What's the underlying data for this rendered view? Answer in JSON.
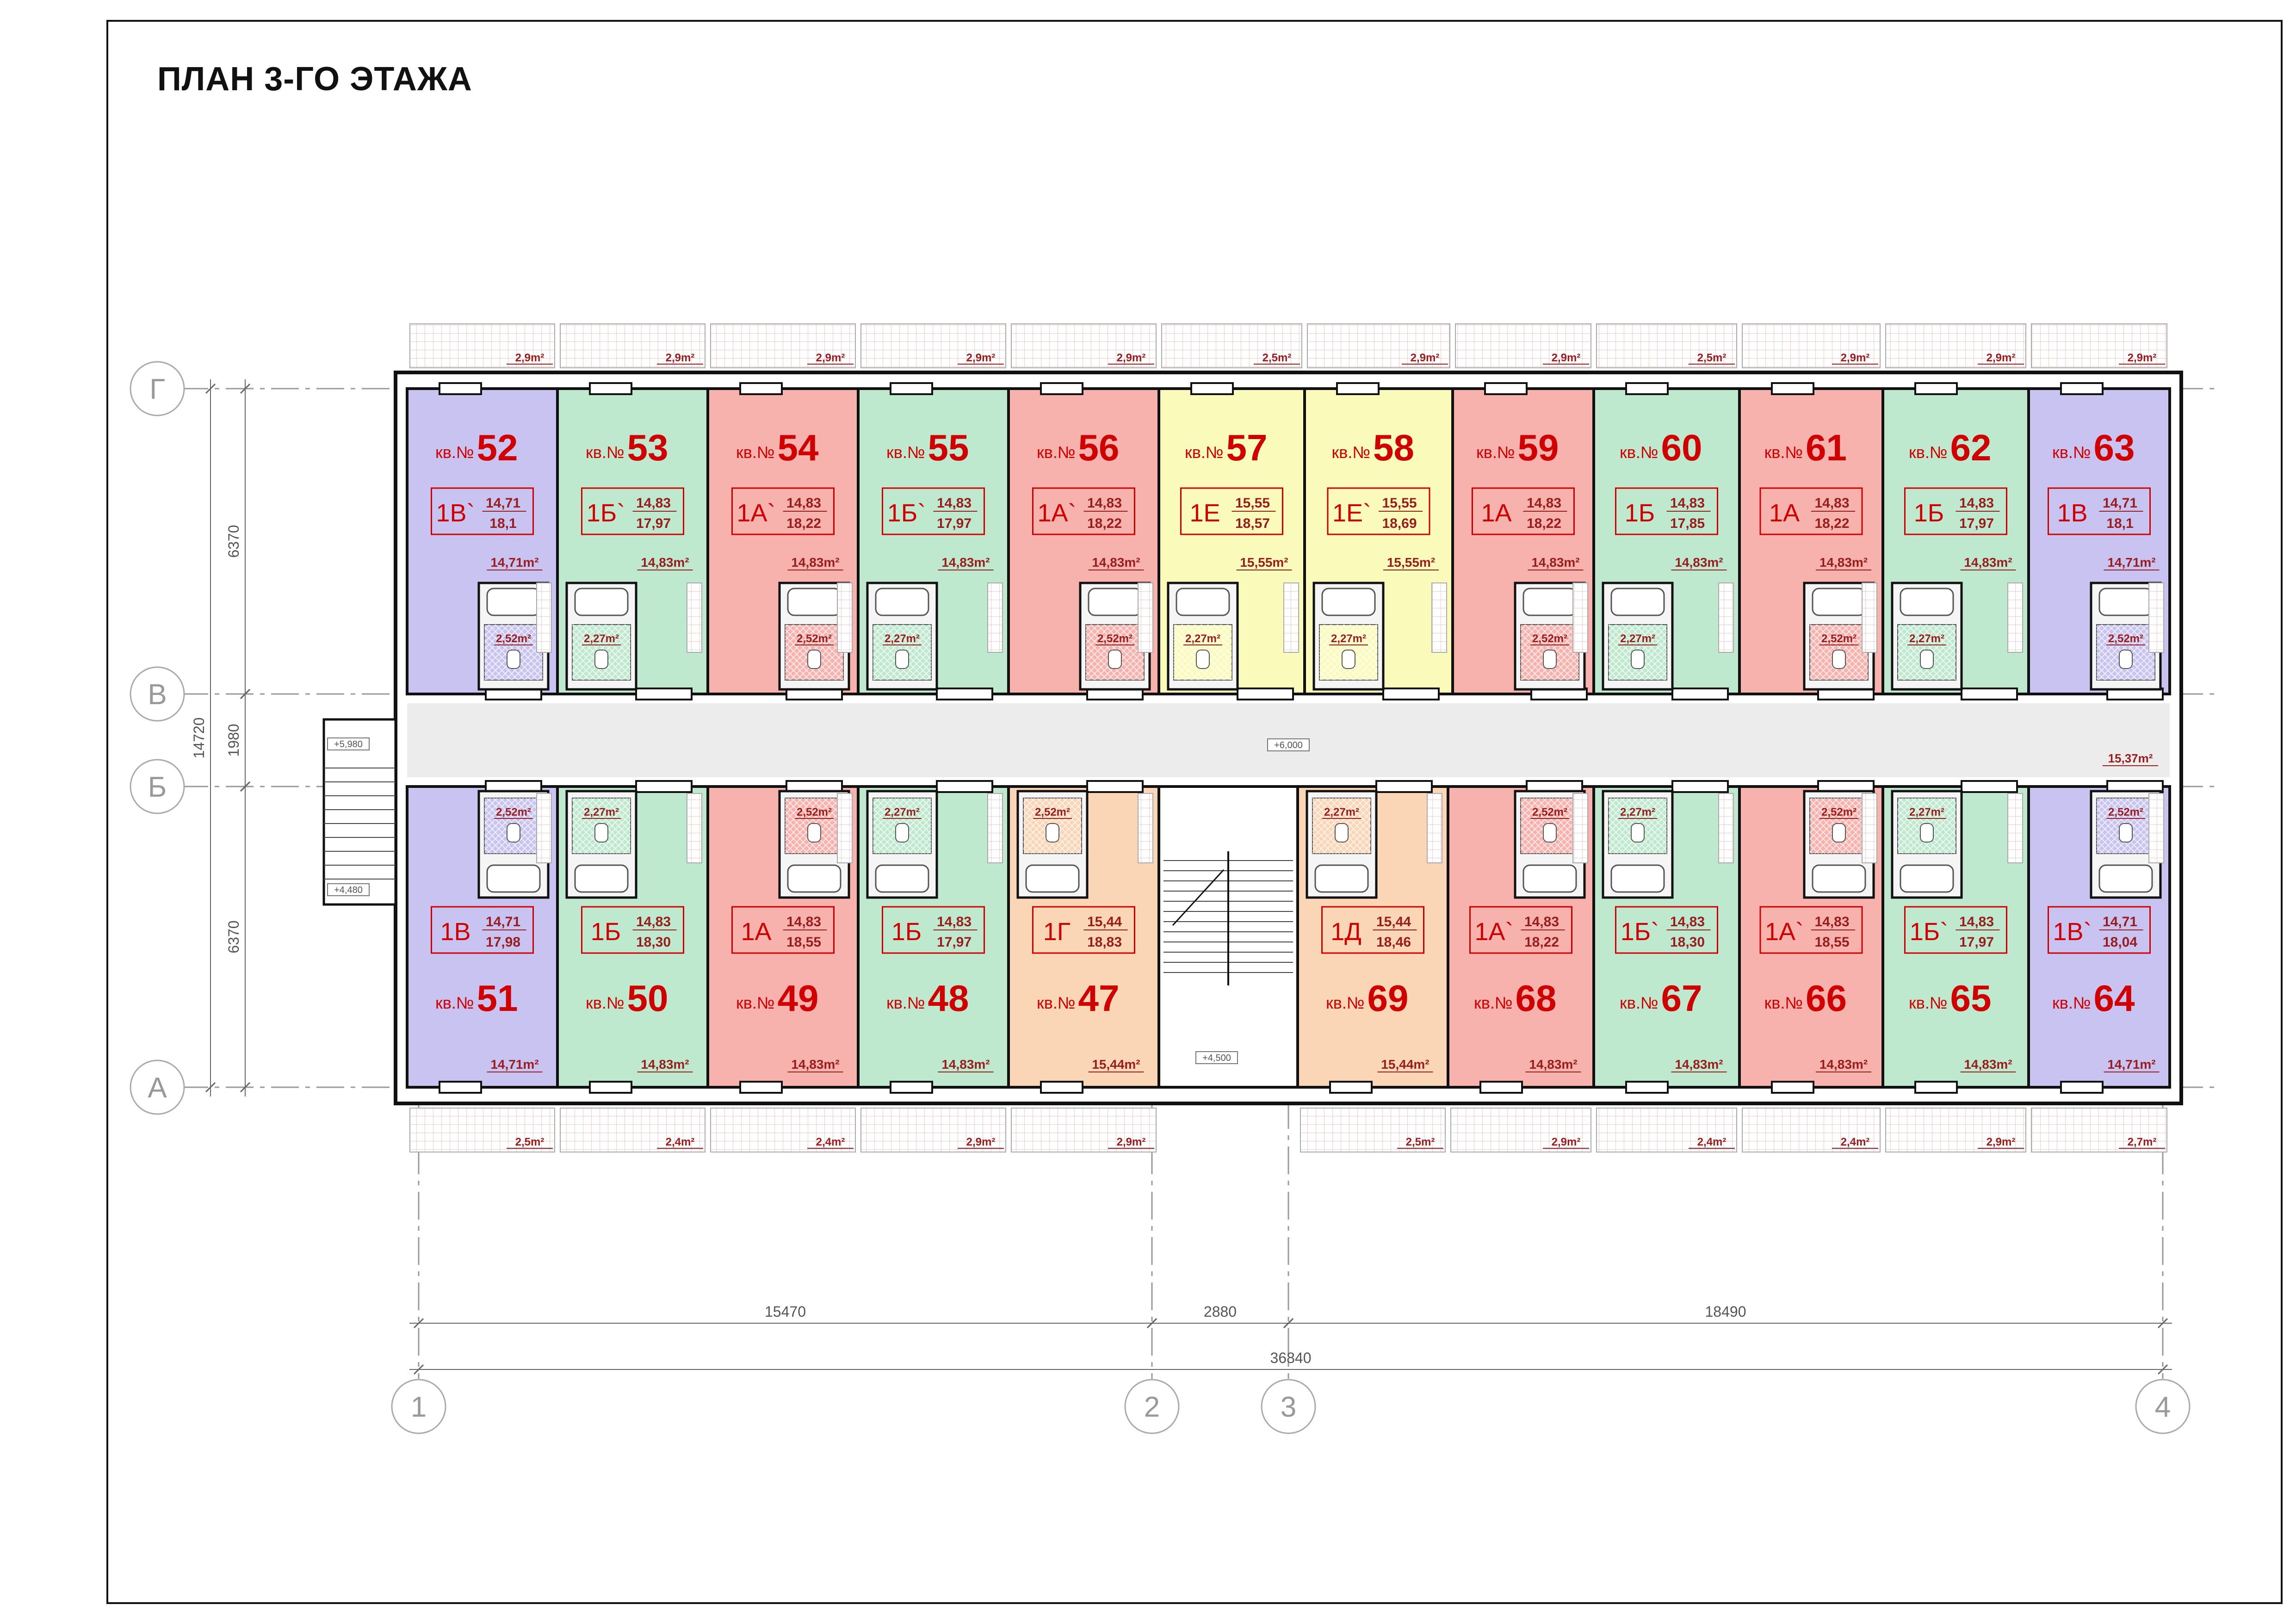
{
  "sheet": {
    "title": "ПЛАН 3-ГО ЭТАЖА"
  },
  "colors": {
    "1A": "#f7b2ae",
    "1B": "#bfe9cf",
    "1V": "#c8c3f0",
    "1G": "#fbd6b6",
    "1D": "#fbd6b6",
    "1E": "#fafaba",
    "corridor": "#ececec",
    "wall": "#111111",
    "label": "#d00000",
    "area": "#9a1d1d"
  },
  "axes": {
    "rows": [
      "Г",
      "В",
      "Б",
      "А"
    ],
    "cols": [
      "1",
      "2",
      "3",
      "4"
    ]
  },
  "dimensions": {
    "vertical": {
      "upper": "6370",
      "middle": "1980",
      "lower": "6370",
      "total": "14720"
    },
    "horizontal": {
      "left": "15470",
      "middle": "2880",
      "right": "18490",
      "total": "36840"
    }
  },
  "levels": {
    "corridor": "+6,000",
    "entrance_upper": "+5,980",
    "entrance_lower": "+4,480",
    "stair": "+4,500"
  },
  "corridor_end_area": "15,37m²",
  "apt_prefix": "кв.№",
  "top_row": [
    {
      "num": "52",
      "type": "1В`",
      "a": "14,71",
      "b": "18,1",
      "c": "1V",
      "room": "14,71m²",
      "wc": "2,52m²",
      "balcony": "2,9m²"
    },
    {
      "num": "53",
      "type": "1Б`",
      "a": "14,83",
      "b": "17,97",
      "c": "1B",
      "room": "14,83m²",
      "wc": "2,27m²",
      "balcony": "2,9m²"
    },
    {
      "num": "54",
      "type": "1А`",
      "a": "14,83",
      "b": "18,22",
      "c": "1A",
      "room": "14,83m²",
      "wc": "2,52m²",
      "balcony": "2,9m²"
    },
    {
      "num": "55",
      "type": "1Б`",
      "a": "14,83",
      "b": "17,97",
      "c": "1B",
      "room": "14,83m²",
      "wc": "2,27m²",
      "balcony": "2,9m²"
    },
    {
      "num": "56",
      "type": "1А`",
      "a": "14,83",
      "b": "18,22",
      "c": "1A",
      "room": "14,83m²",
      "wc": "2,52m²",
      "balcony": "2,9m²"
    },
    {
      "num": "57",
      "type": "1Е",
      "a": "15,55",
      "b": "18,57",
      "c": "1E",
      "room": "15,55m²",
      "wc": "2,27m²",
      "balcony": "2,5m²"
    },
    {
      "num": "58",
      "type": "1Е`",
      "a": "15,55",
      "b": "18,69",
      "c": "1E",
      "room": "15,55m²",
      "wc": "2,27m²",
      "balcony": "2,9m²"
    },
    {
      "num": "59",
      "type": "1А",
      "a": "14,83",
      "b": "18,22",
      "c": "1A",
      "room": "14,83m²",
      "wc": "2,52m²",
      "balcony": "2,9m²"
    },
    {
      "num": "60",
      "type": "1Б",
      "a": "14,83",
      "b": "17,85",
      "c": "1B",
      "room": "14,83m²",
      "wc": "2,27m²",
      "balcony": "2,5m²"
    },
    {
      "num": "61",
      "type": "1А",
      "a": "14,83",
      "b": "18,22",
      "c": "1A",
      "room": "14,83m²",
      "wc": "2,52m²",
      "balcony": "2,9m²"
    },
    {
      "num": "62",
      "type": "1Б",
      "a": "14,83",
      "b": "17,97",
      "c": "1B",
      "room": "14,83m²",
      "wc": "2,27m²",
      "balcony": "2,9m²"
    },
    {
      "num": "63",
      "type": "1В",
      "a": "14,71",
      "b": "18,1",
      "c": "1V",
      "room": "14,71m²",
      "wc": "2,52m²",
      "balcony": "2,9m²"
    }
  ],
  "bottom_row": [
    {
      "num": "51",
      "type": "1В",
      "a": "14,71",
      "b": "17,98",
      "c": "1V",
      "room": "14,71m²",
      "wc": "2,52m²",
      "balcony": "2,5m²"
    },
    {
      "num": "50",
      "type": "1Б",
      "a": "14,83",
      "b": "18,30",
      "c": "1B",
      "room": "14,83m²",
      "wc": "2,27m²",
      "balcony": "2,4m²"
    },
    {
      "num": "49",
      "type": "1А",
      "a": "14,83",
      "b": "18,55",
      "c": "1A",
      "room": "14,83m²",
      "wc": "2,52m²",
      "balcony": "2,4m²"
    },
    {
      "num": "48",
      "type": "1Б",
      "a": "14,83",
      "b": "17,97",
      "c": "1B",
      "room": "14,83m²",
      "wc": "2,27m²",
      "balcony": "2,9m²"
    },
    {
      "num": "47",
      "type": "1Г",
      "a": "15,44",
      "b": "18,83",
      "c": "1G",
      "room": "15,44m²",
      "wc": "2,52m²",
      "balcony": "2,9m²"
    },
    {
      "num": "69",
      "type": "1Д",
      "a": "15,44",
      "b": "18,46",
      "c": "1D",
      "room": "15,44m²",
      "wc": "2,27m²",
      "balcony": "2,5m²"
    },
    {
      "num": "68",
      "type": "1А`",
      "a": "14,83",
      "b": "18,22",
      "c": "1A",
      "room": "14,83m²",
      "wc": "2,52m²",
      "balcony": "2,9m²"
    },
    {
      "num": "67",
      "type": "1Б`",
      "a": "14,83",
      "b": "18,30",
      "c": "1B",
      "room": "14,83m²",
      "wc": "2,27m²",
      "balcony": "2,4m²"
    },
    {
      "num": "66",
      "type": "1А`",
      "a": "14,83",
      "b": "18,55",
      "c": "1A",
      "room": "14,83m²",
      "wc": "2,52m²",
      "balcony": "2,4m²"
    },
    {
      "num": "65",
      "type": "1Б`",
      "a": "14,83",
      "b": "17,97",
      "c": "1B",
      "room": "14,83m²",
      "wc": "2,27m²",
      "balcony": "2,9m²"
    },
    {
      "num": "64",
      "type": "1В`",
      "a": "14,71",
      "b": "18,04",
      "c": "1V",
      "room": "14,71m²",
      "wc": "2,52m²",
      "balcony": "2,7m²"
    }
  ]
}
